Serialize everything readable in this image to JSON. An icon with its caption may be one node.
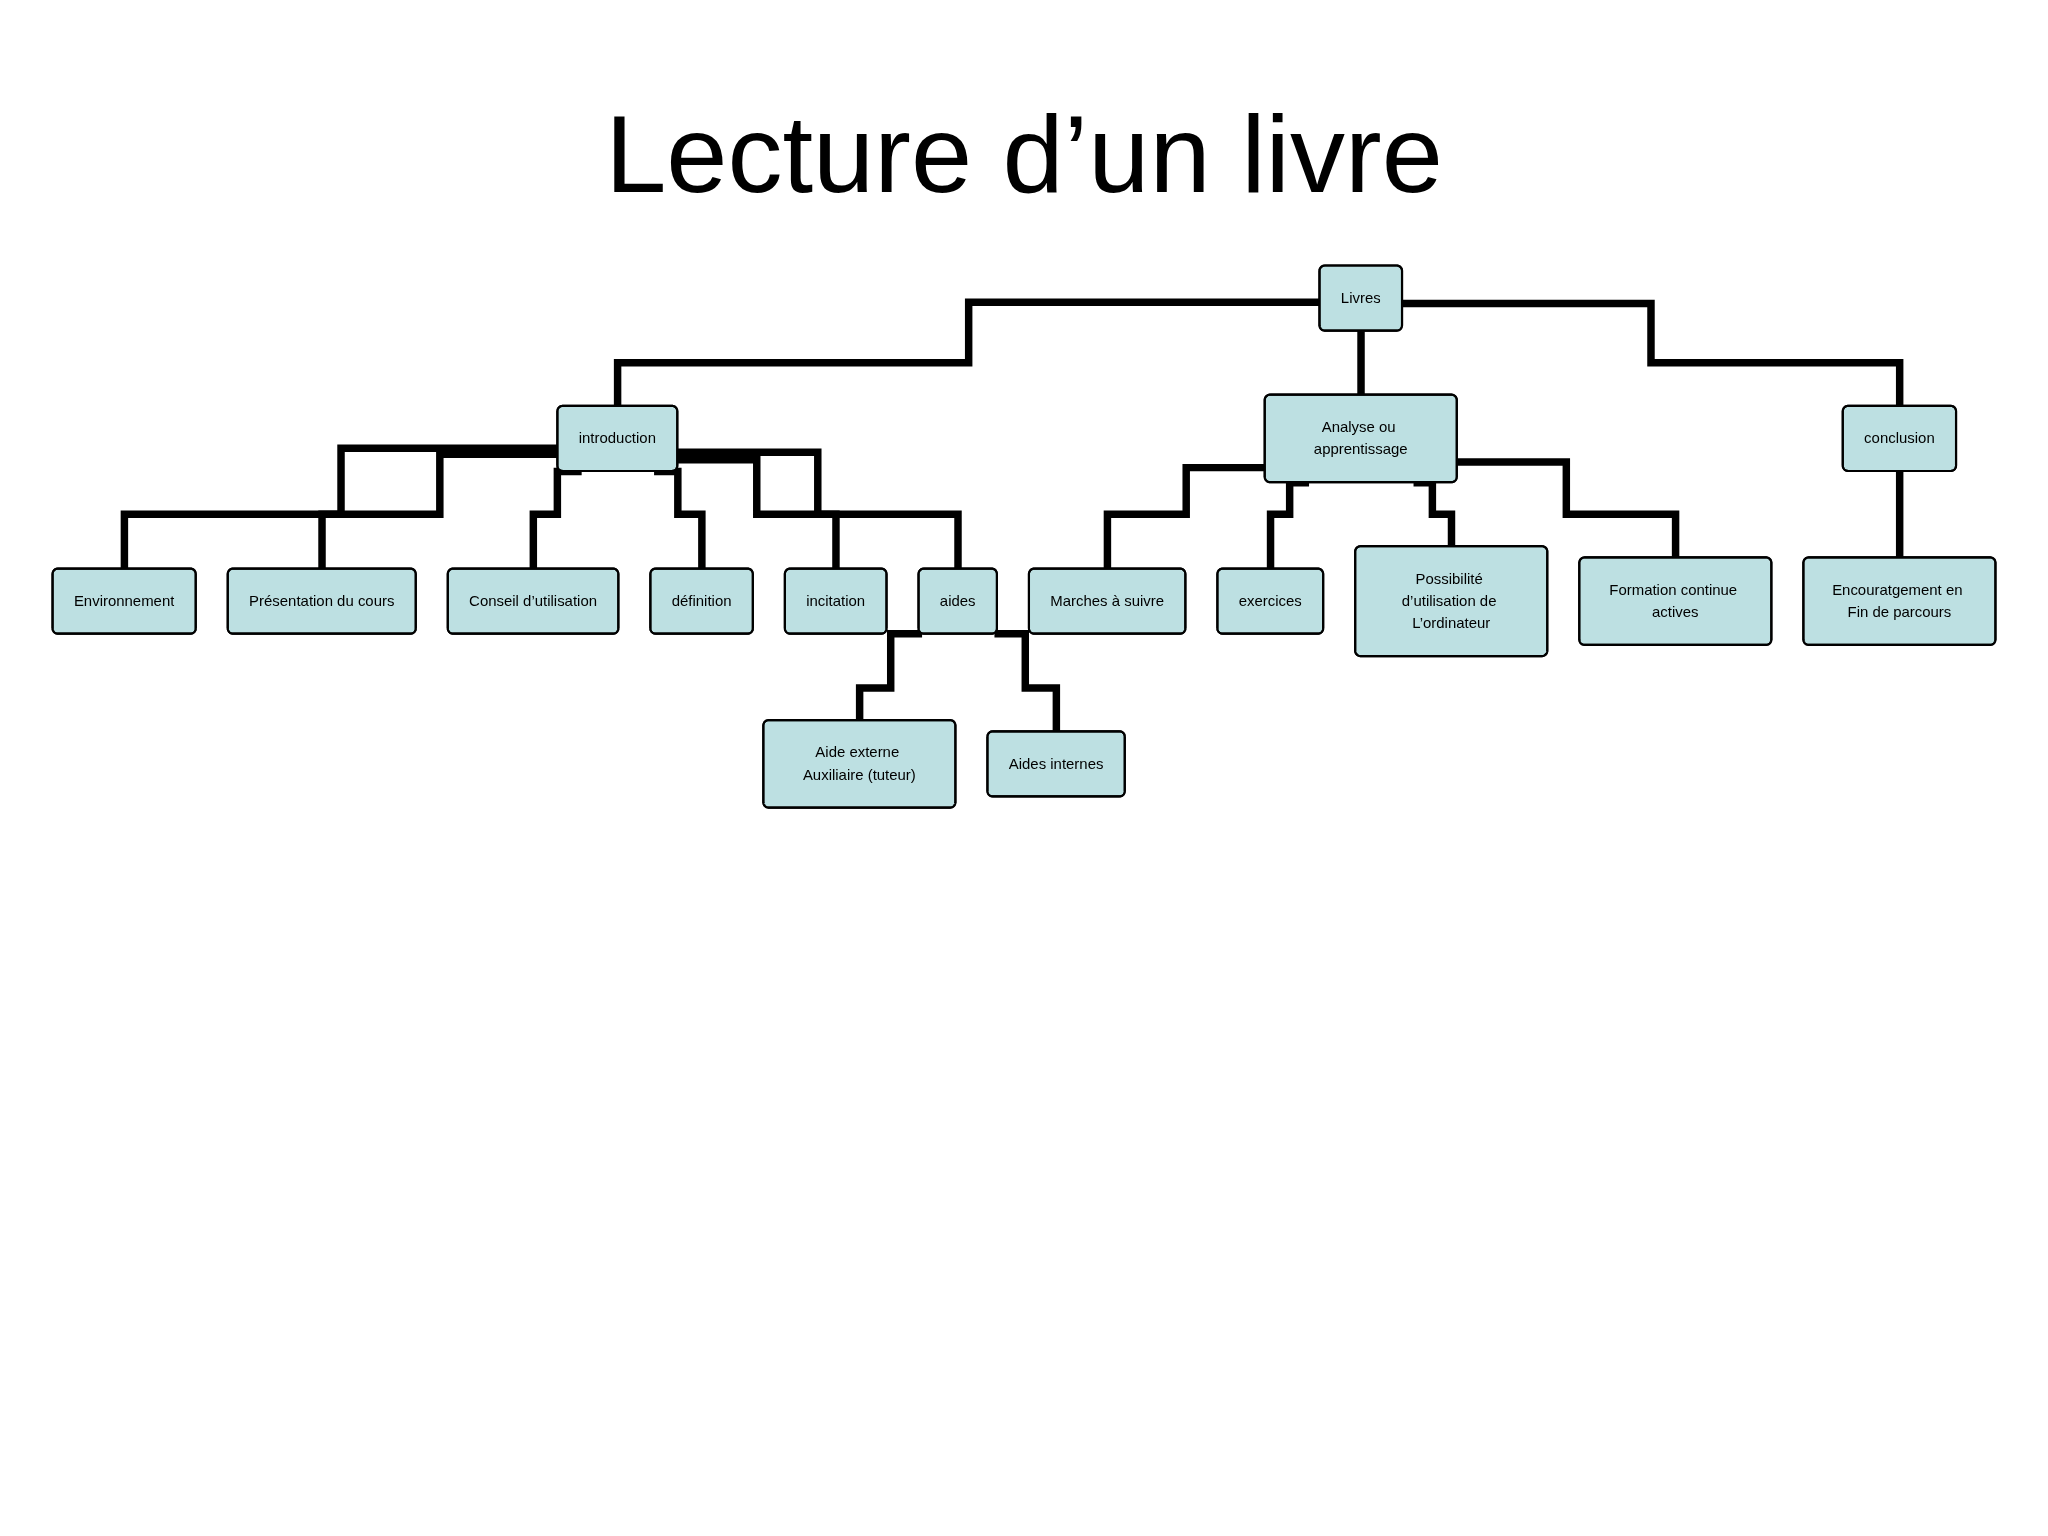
{
  "diagram": {
    "title": "Lecture d’un livre",
    "nodes": [
      {
        "text": [
          "Livres"
        ]
      },
      {
        "text": [
          "introduction"
        ]
      },
      {
        "text": [
          "Analyse ou apprentissage"
        ]
      },
      {
        "text": [
          "conclusion"
        ]
      },
      {
        "text": [
          "Environnement"
        ]
      },
      {
        "text": [
          "Présentation du cours"
        ]
      },
      {
        "text": [
          "Conseil d’utilisation"
        ]
      },
      {
        "text": [
          "définition"
        ]
      },
      {
        "text": [
          "incitation"
        ]
      },
      {
        "text": [
          "aides"
        ]
      },
      {
        "text": [
          "Marches à suivre"
        ]
      },
      {
        "text": [
          "exercices"
        ]
      },
      {
        "text": [
          "Possibilité d’utilisation de L’ordinateur"
        ]
      },
      {
        "text": [
          "Formation continue actives"
        ]
      },
      {
        "text": [
          "Encouratgement en Fin de parcours"
        ]
      },
      {
        "text": [
          "Aide externe Auxiliaire (tuteur)"
        ]
      },
      {
        "text": [
          "Aides internes"
        ]
      }
    ],
    "edges": [
      {
        "from": 0,
        "to": 1,
        "arrow": "none"
      },
      {
        "from": 0,
        "to": 2,
        "arrow": "none"
      },
      {
        "from": 0,
        "to": 3,
        "arrow": "none"
      },
      {
        "from": 1,
        "to": 4,
        "arrow": "none"
      },
      {
        "from": 1,
        "to": 5,
        "arrow": "none"
      },
      {
        "from": 1,
        "to": 6,
        "arrow": "none"
      },
      {
        "from": 1,
        "to": 7,
        "arrow": "none"
      },
      {
        "from": 1,
        "to": 8,
        "arrow": "none"
      },
      {
        "from": 1,
        "to": 9,
        "arrow": "none"
      },
      {
        "from": 2,
        "to": 10,
        "arrow": "none"
      },
      {
        "from": 2,
        "to": 11,
        "arrow": "none"
      },
      {
        "from": 2,
        "to": 12,
        "arrow": "none"
      },
      {
        "from": 2,
        "to": 13,
        "arrow": "none"
      },
      {
        "from": 3,
        "to": 14,
        "arrow": "none"
      },
      {
        "from": 9,
        "to": 15,
        "arrow": "none"
      },
      {
        "from": 9,
        "to": 16,
        "arrow": "none"
      }
    ]
  }
}
